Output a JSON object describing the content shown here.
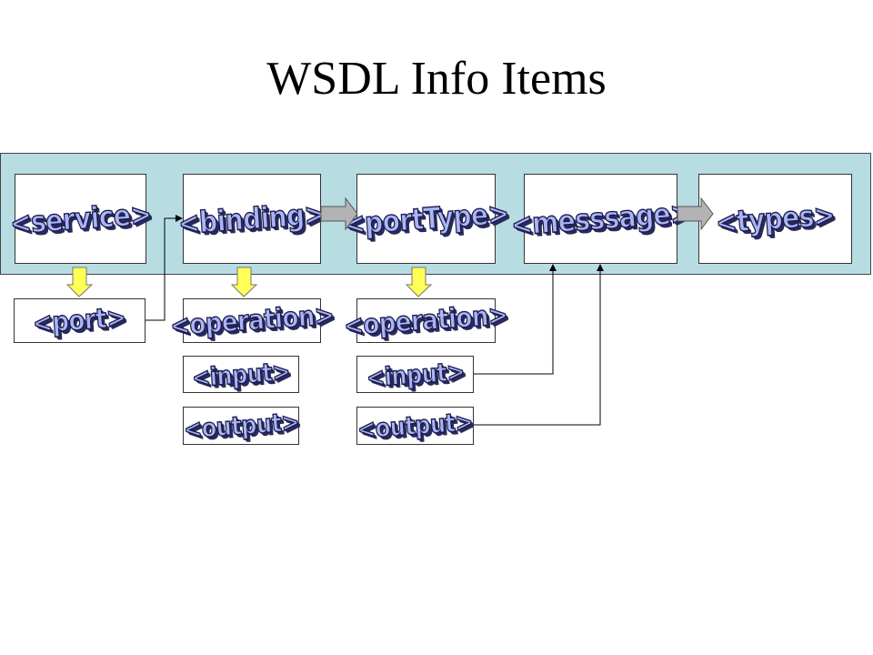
{
  "slide": {
    "title": "WSDL Info Items"
  },
  "elements": {
    "service": "<service>",
    "binding": "<binding>",
    "portType": "<portType>",
    "message": "<messsage>",
    "types": "<types>",
    "port": "<port>",
    "binding_operation": "<operation>",
    "binding_input": "<input>",
    "binding_output": "<output>",
    "porttype_operation": "<operation>",
    "porttype_input": "<input>",
    "porttype_output": "<output>"
  },
  "colors": {
    "band": "#b7dde3",
    "box_fill": "#ffffff",
    "wordart_fill": "#aab6f4",
    "wordart_outline": "#1a1a4d",
    "grey_arrow": "#b3b3b3",
    "yellow_arrow": "#ffff55"
  },
  "icons": [
    "grey-block-arrow-right",
    "yellow-block-arrow-down",
    "connector-arrow"
  ]
}
